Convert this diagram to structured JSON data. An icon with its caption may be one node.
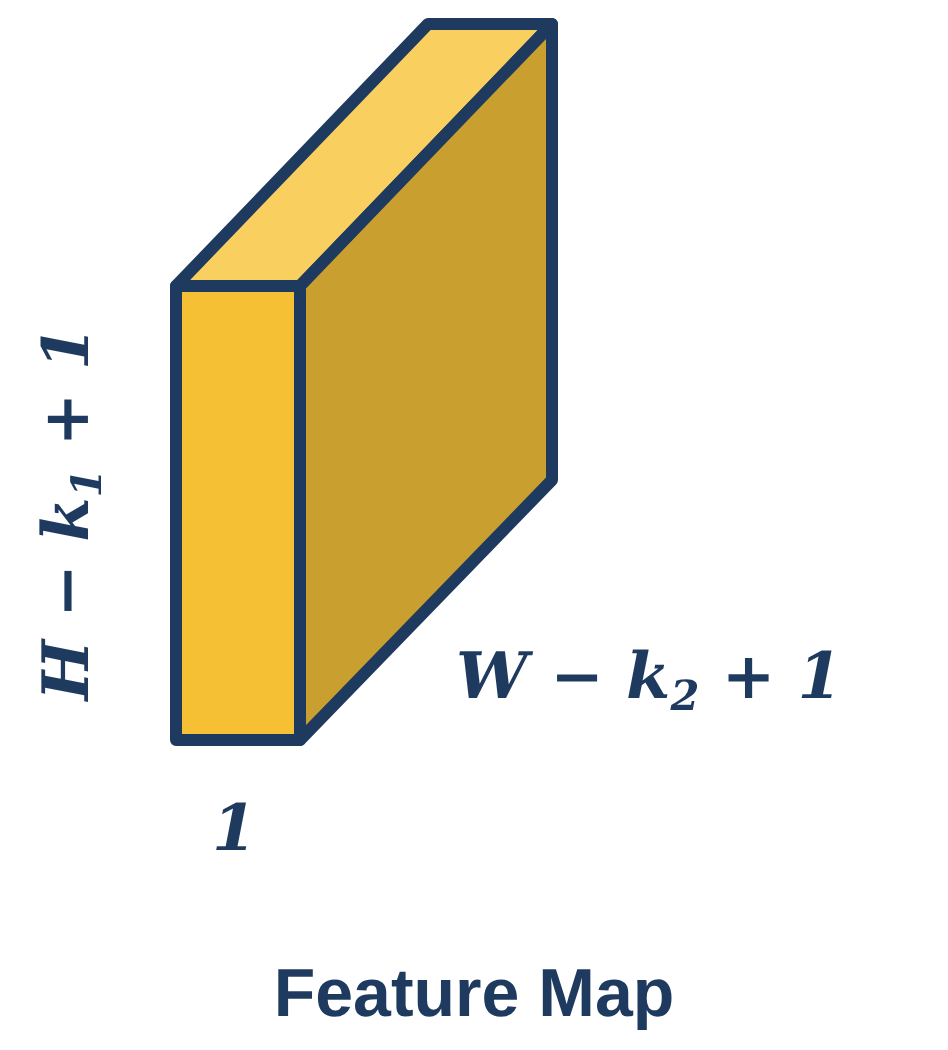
{
  "diagram": {
    "caption": "Feature Map",
    "labels": [
      "H − k$_{1}$ + 1",
      "W − k$_{2}$ + 1",
      "1"
    ]
  }
}
